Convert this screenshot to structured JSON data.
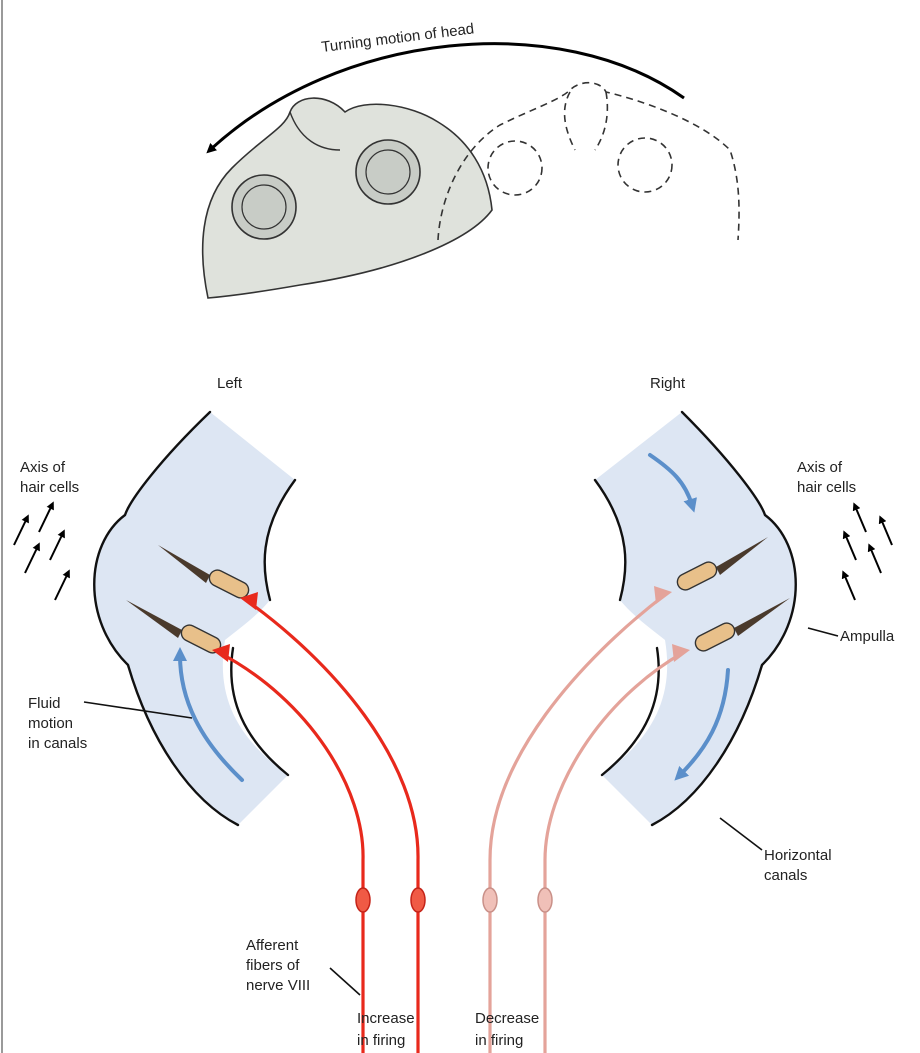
{
  "labels": {
    "turning_motion": "Turning motion of head",
    "left": "Left",
    "right": "Right",
    "axis_left_1": "Axis of",
    "axis_left_2": "hair cells",
    "axis_right_1": "Axis of",
    "axis_right_2": "hair cells",
    "ampulla": "Ampulla",
    "fluid_1": "Fluid",
    "fluid_2": "motion",
    "fluid_3": "in canals",
    "horizontal_1": "Horizontal",
    "horizontal_2": "canals",
    "afferent_1": "Afferent",
    "afferent_2": "fibers of",
    "afferent_3": "nerve VIII",
    "increase_1": "Increase",
    "increase_2": "in firing",
    "decrease_1": "Decrease",
    "decrease_2": "in firing"
  },
  "colors": {
    "canal_fill": "#dde6f3",
    "fluid_arrow": "#5b8fca",
    "increase_fiber": "#e8291c",
    "decrease_fiber": "#e4a39a",
    "head_fill": "#dfe2dc",
    "hair_cell_body": "#e8c08a",
    "stereocilia": "#4a3a2c"
  }
}
